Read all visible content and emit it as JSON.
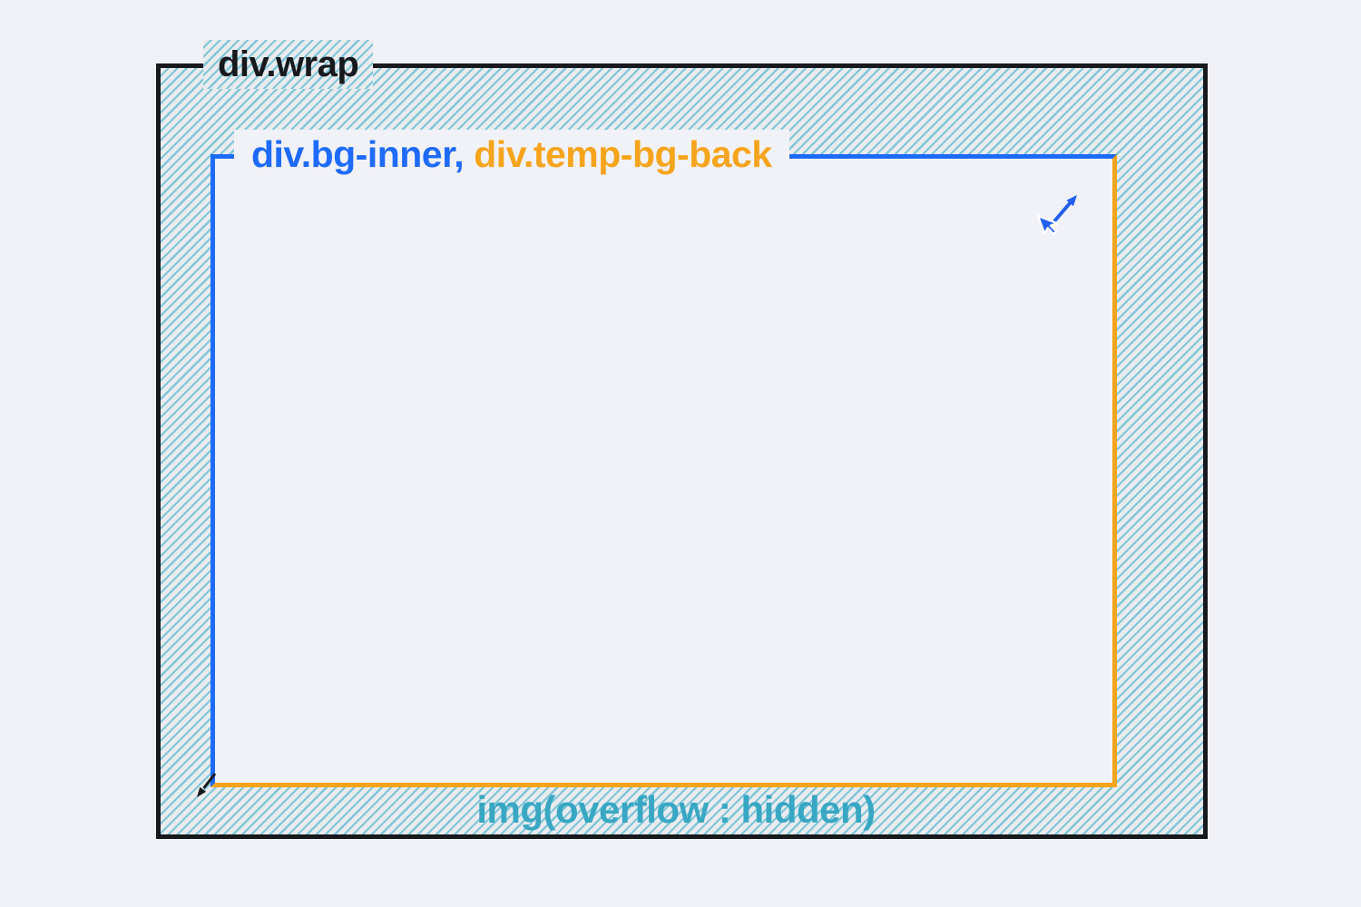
{
  "labels": {
    "wrap": "div.wrap",
    "inner_blue": "div.bg-inner,",
    "inner_orange": "div.temp-bg-back",
    "img": "img(overflow : hidden)"
  },
  "colors": {
    "page_bg": "#f0f1f6",
    "inner_bg": "#f1f2f7",
    "stripe": "#7fc6d8",
    "stripe_bg": "#e9ebef",
    "black": "#17191d",
    "blue": "#1e6bfb",
    "orange": "#f6a41c",
    "teal": "#38a7c3",
    "cursor_blue": "#2160ef"
  },
  "icons": {
    "resize_cursor": "blue pointer cursor with north-east arrow",
    "sw_arrow": "black diagonal arrow pointing down-left"
  }
}
